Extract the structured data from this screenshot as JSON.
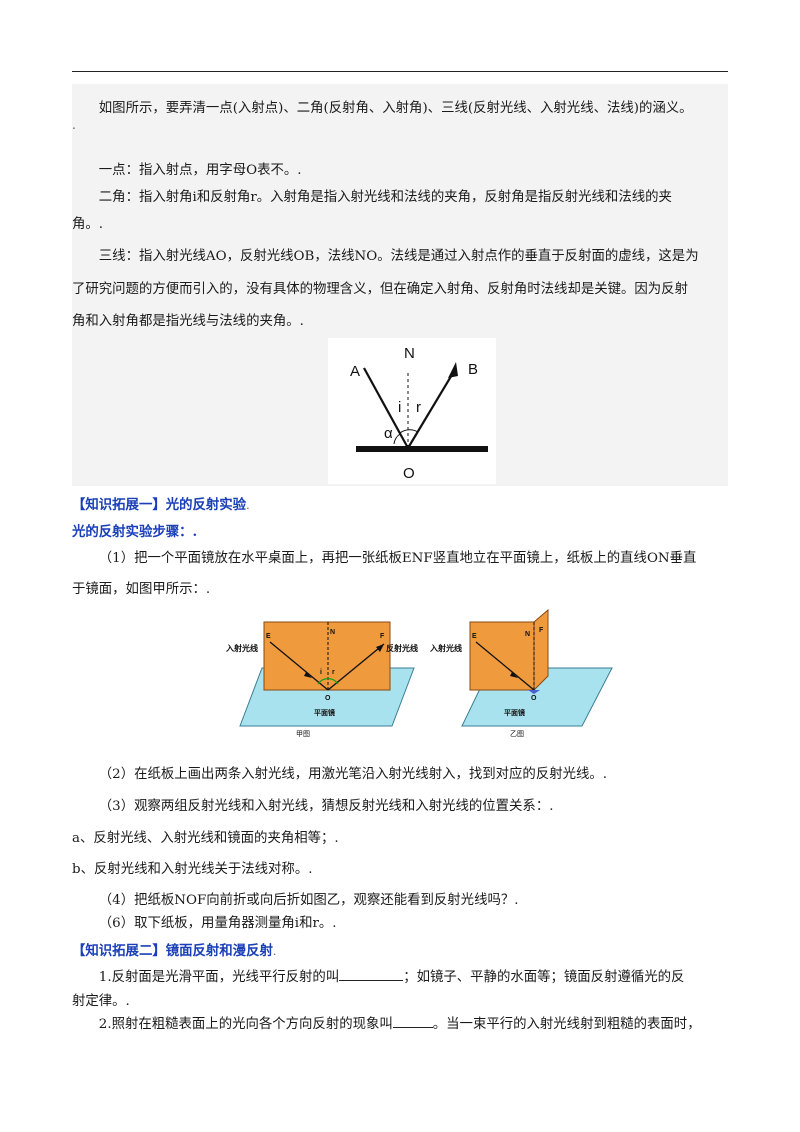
{
  "intro": "如图所示，要弄清一点(入射点)、二角(反射角、入射角)、三线(反射光线、入射光线、法线)的涵义。",
  "intro_tail": ".",
  "point_one": "一点：指入射点，用字母O表不。.",
  "angle_two_a": "二角：指入射角i和反射角r。入射角是指入射光线和法线的夹角，反射角是指反射光线和法线的夹",
  "angle_two_b": "角。.",
  "line_three_a": "三线：指入射光线AO，反射光线OB，法线NO。法线是通过入射点作的垂直于反射面的虚线，这是为",
  "line_three_b": "了研究问题的方便而引入的，没有具体的物理含义，但在确定入射角、反射角时法线却是关键。因为反射",
  "line_three_c": "角和入射角都是指光线与法线的夹角。.",
  "diagram1": {
    "A": "A",
    "N": "N",
    "B": "B",
    "i": "i",
    "r": "r",
    "alpha": "α",
    "O": "O"
  },
  "ext1": {
    "heading": "【知识拓展一】光的反射实验",
    "heading_tail": ".",
    "sub": "光的反射实验步骤：.",
    "step1_a": "（1）把一个平面镜放在水平桌面上，再把一张纸板ENF竖直地立在平面镜上，纸板上的直线ON垂直",
    "step1_b": "于镜面，如图甲所示：."
  },
  "fig_jia": {
    "incident": "入射光线",
    "reflected": "反射光线",
    "E": "E",
    "N": "N",
    "F": "F",
    "i": "i",
    "r": "r",
    "O": "O",
    "mirror": "平面镜",
    "caption": "甲图"
  },
  "fig_yi": {
    "incident": "入射光线",
    "E": "E",
    "N": "N",
    "F": "F",
    "O": "O",
    "mirror": "平面镜",
    "caption": "乙图"
  },
  "step2": "（2）在纸板上画出两条入射光线，用激光笔沿入射光线射入，找到对应的反射光线。.",
  "step3": "（3）观察两组反射光线和入射光线，猜想反射光线和入射光线的位置关系：.",
  "item_a": "a、反射光线、入射光线和镜面的夹角相等；.",
  "item_b": "b、反射光线和入射光线关于法线对称。.",
  "step4": "（4）把纸板NOF向前折或向后折如图乙，观察还能看到反射光线吗？.",
  "step6": "（6）取下纸板，用量角器测量角i和r。.",
  "ext2": {
    "heading": "【知识拓展二】镜面反射和漫反射",
    "heading_tail": ".",
    "q1_a": "1.反射面是光滑平面，光线平行反射的叫",
    "q1_b": "；如镜子、平静的水面等；镜面反射遵循光的反",
    "q1_c": "射定律。.",
    "q2_a": "2.照射在粗糙表面上的光向各个方向反射的现象叫",
    "q2_b": "。当一束平行的入射光线射到粗糙的表面时，"
  }
}
